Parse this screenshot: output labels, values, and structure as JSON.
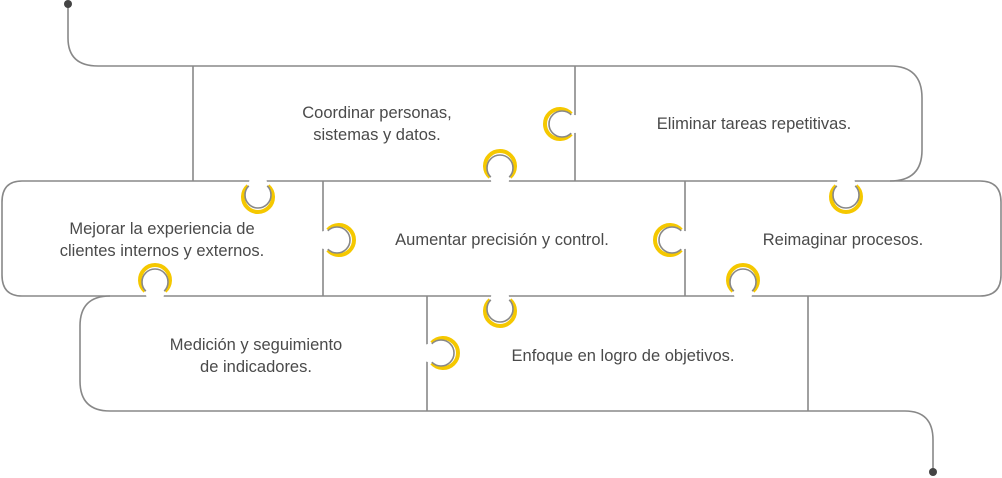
{
  "title": "Puzzle benefits diagram",
  "colors": {
    "outline": "#888888",
    "accent": "#f5c800",
    "text": "#4a4a4a",
    "dot": "#444444"
  },
  "pieces": [
    {
      "id": "coordinar",
      "line1": "Coordinar personas,",
      "line2": "sistemas y datos."
    },
    {
      "id": "eliminar",
      "line1": "Eliminar tareas repetitivas.",
      "line2": ""
    },
    {
      "id": "mejorar",
      "line1": "Mejorar la experiencia de",
      "line2": "clientes internos y externos."
    },
    {
      "id": "aumentar",
      "line1": "Aumentar precisión y control.",
      "line2": ""
    },
    {
      "id": "reimaginar",
      "line1": "Reimaginar procesos.",
      "line2": ""
    },
    {
      "id": "medicion",
      "line1": "Medición y seguimiento",
      "line2": "de indicadores."
    },
    {
      "id": "enfoque",
      "line1": "Enfoque en logro de objetivos.",
      "line2": ""
    }
  ]
}
